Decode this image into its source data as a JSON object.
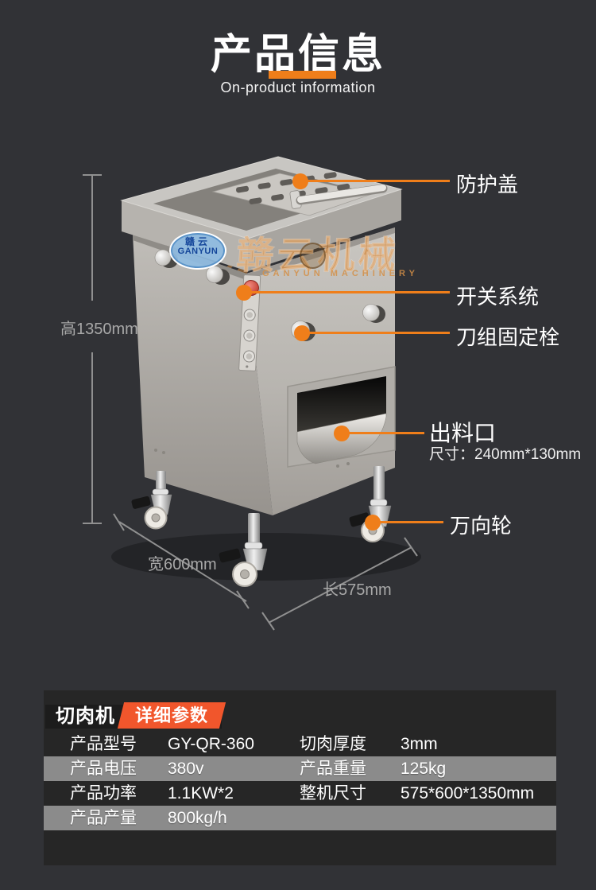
{
  "colors": {
    "accent_orange": "#EF7E1A",
    "badge_orange": "#F1562C",
    "page_bg": "#313236",
    "panel_bg": "#262626",
    "row_alt_gray": "#8B8B8B"
  },
  "header": {
    "title": "产品信息",
    "subtitle": "On-product information"
  },
  "callouts": [
    {
      "label": "防护盖"
    },
    {
      "label": "开关系统"
    },
    {
      "label": "刀组固定栓"
    },
    {
      "label": "出料口",
      "sublabel": "尺寸：240mm*130mm"
    },
    {
      "label": "万向轮"
    }
  ],
  "dimensions": {
    "height": "高1350mm",
    "width": "宽600mm",
    "length": "长575mm"
  },
  "watermark": {
    "oval_cn": "赣云",
    "oval_en": "GANYUN",
    "brand": "赣云机械",
    "brand_en": "GANYUN MACHINERY"
  },
  "specs": {
    "product": "切肉机",
    "badge": "详细参数",
    "rows": [
      {
        "l1": "产品型号",
        "v1": "GY-QR-360",
        "l2": "切肉厚度",
        "v2": "3mm"
      },
      {
        "l1": "产品电压",
        "v1": "380v",
        "l2": "产品重量",
        "v2": "125kg"
      },
      {
        "l1": "产品功率",
        "v1": "1.1KW*2",
        "l2": "整机尺寸",
        "v2": "575*600*1350mm"
      },
      {
        "l1": "产品产量",
        "v1": "800kg/h",
        "l2": "",
        "v2": ""
      }
    ]
  }
}
